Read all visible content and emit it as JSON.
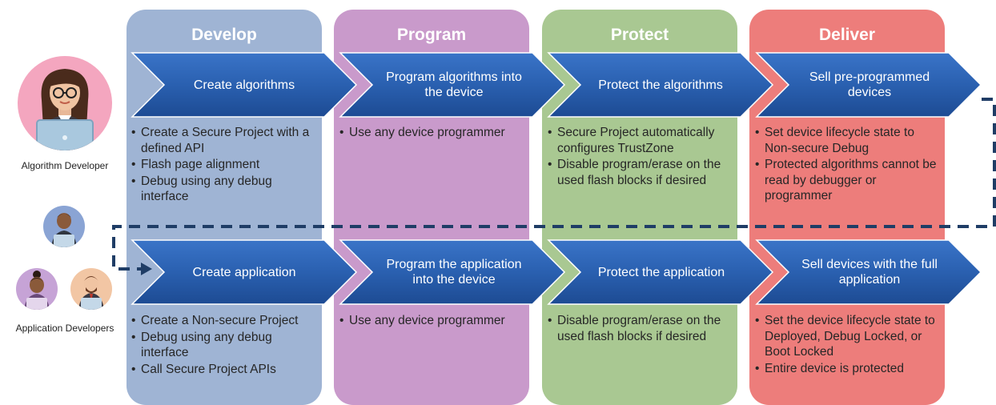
{
  "columns": [
    {
      "title": "Develop",
      "color": "#9fb4d4"
    },
    {
      "title": "Program",
      "color": "#c99acb"
    },
    {
      "title": "Protect",
      "color": "#a9c892"
    },
    {
      "title": "Deliver",
      "color": "#ed7d7b"
    }
  ],
  "row1": {
    "steps": [
      "Create algorithms",
      "Program algorithms into the device",
      "Protect the algorithms",
      "Sell pre-programmed devices"
    ],
    "bullets": [
      [
        "Create a Secure Project with a defined API",
        "Flash page alignment",
        "Debug using any debug interface"
      ],
      [
        "Use any device programmer"
      ],
      [
        "Secure Project automatically configures TrustZone",
        "Disable program/erase on the used flash blocks if desired"
      ],
      [
        "Set device lifecycle state to Non-secure Debug",
        "Protected algorithms cannot be read by debugger or programmer"
      ]
    ]
  },
  "row2": {
    "steps": [
      "Create application",
      "Program the application into the device",
      "Protect the application",
      "Sell devices with the full application"
    ],
    "bullets": [
      [
        "Create a Non-secure Project",
        "Debug using any debug interface",
        "Call Secure Project APIs"
      ],
      [
        "Use any device programmer"
      ],
      [
        "Disable program/erase on the used flash blocks if desired"
      ],
      [
        "Set the device lifecycle state to Deployed, Debug Locked, or Boot Locked",
        "Entire device is protected"
      ]
    ]
  },
  "roles": {
    "algorithm_developer": "Algorithm Developer",
    "application_developers": "Application Developers"
  },
  "colors": {
    "arrow": "#2a60b0",
    "arrow_dark": "#1b4a8e",
    "connector": "#1f3d66"
  }
}
